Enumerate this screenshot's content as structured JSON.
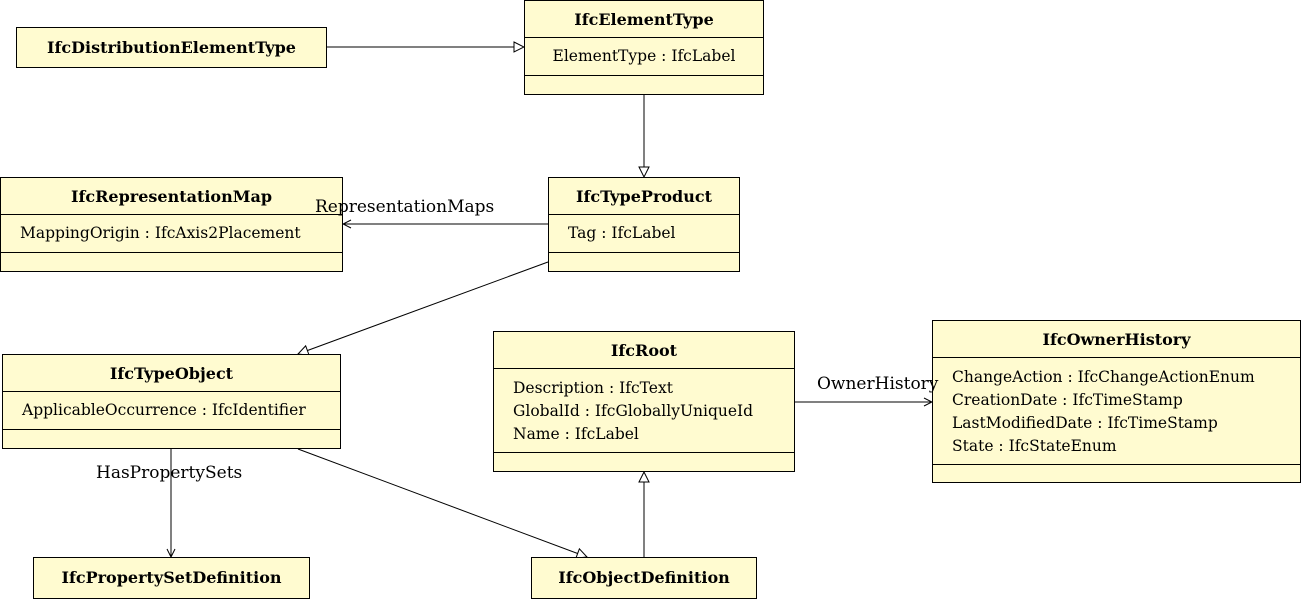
{
  "classes": {
    "distribution_element_type": {
      "name": "IfcDistributionElementType"
    },
    "element_type": {
      "name": "IfcElementType",
      "attributes": [
        "ElementType : IfcLabel"
      ]
    },
    "representation_map": {
      "name": "IfcRepresentationMap",
      "attributes": [
        "MappingOrigin : IfcAxis2Placement"
      ]
    },
    "type_product": {
      "name": "IfcTypeProduct",
      "attributes": [
        "Tag : IfcLabel"
      ]
    },
    "type_object": {
      "name": "IfcTypeObject",
      "attributes": [
        "ApplicableOccurrence : IfcIdentifier"
      ]
    },
    "root": {
      "name": "IfcRoot",
      "attributes": [
        "Description : IfcText",
        "GlobalId : IfcGloballyUniqueId",
        "Name : IfcLabel"
      ]
    },
    "owner_history": {
      "name": "IfcOwnerHistory",
      "attributes": [
        "ChangeAction : IfcChangeActionEnum",
        "CreationDate : IfcTimeStamp",
        "LastModifiedDate : IfcTimeStamp",
        "State : IfcStateEnum"
      ]
    },
    "property_set_definition": {
      "name": "IfcPropertySetDefinition"
    },
    "object_definition": {
      "name": "IfcObjectDefinition"
    }
  },
  "associations": {
    "representation_maps": "RepresentationMaps",
    "owner_history": "OwnerHistory",
    "has_property_sets": "HasPropertySets"
  },
  "colors": {
    "class_fill": "#fffbd0",
    "line": "#000000"
  }
}
